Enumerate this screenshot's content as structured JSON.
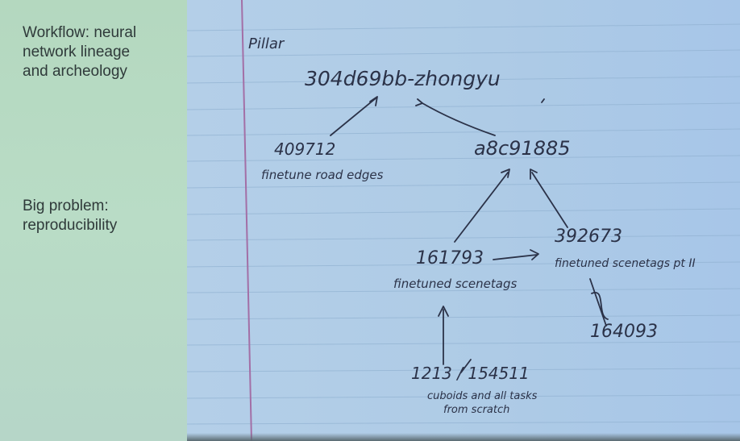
{
  "sidebar": {
    "heading_workflow": "Workflow: neural\nnetwork lineage\nand archeology",
    "heading_problem": "Big problem:\nreproducibility"
  },
  "notes": {
    "tag": "Pillar",
    "root_id": "304d69bb-zhongyu",
    "node_a_id": "409712",
    "node_a_desc": "finetune road edges",
    "node_b_id": "a8c91885",
    "node_c_id": "161793",
    "node_c_desc": "finetuned scenetags",
    "node_d_id": "392673",
    "node_d_desc": "finetuned scenetags pt II",
    "node_e_id": "164093",
    "base_ids": "1213 / 154511",
    "base_desc_1": "cuboids and all tasks",
    "base_desc_2": "from scratch"
  },
  "colors": {
    "ink": "#2b3248",
    "margin_line": "#a36fa6",
    "rule_line": "#8fb0d0"
  }
}
